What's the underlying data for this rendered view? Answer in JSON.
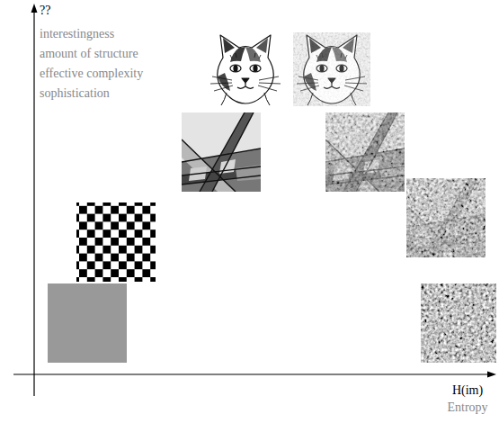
{
  "diagram": {
    "labels": [
      "??",
      "interestingness",
      "amount of structure",
      "effective complexity",
      "sophistication",
      "H(im)",
      "Entropy"
    ]
  }
}
